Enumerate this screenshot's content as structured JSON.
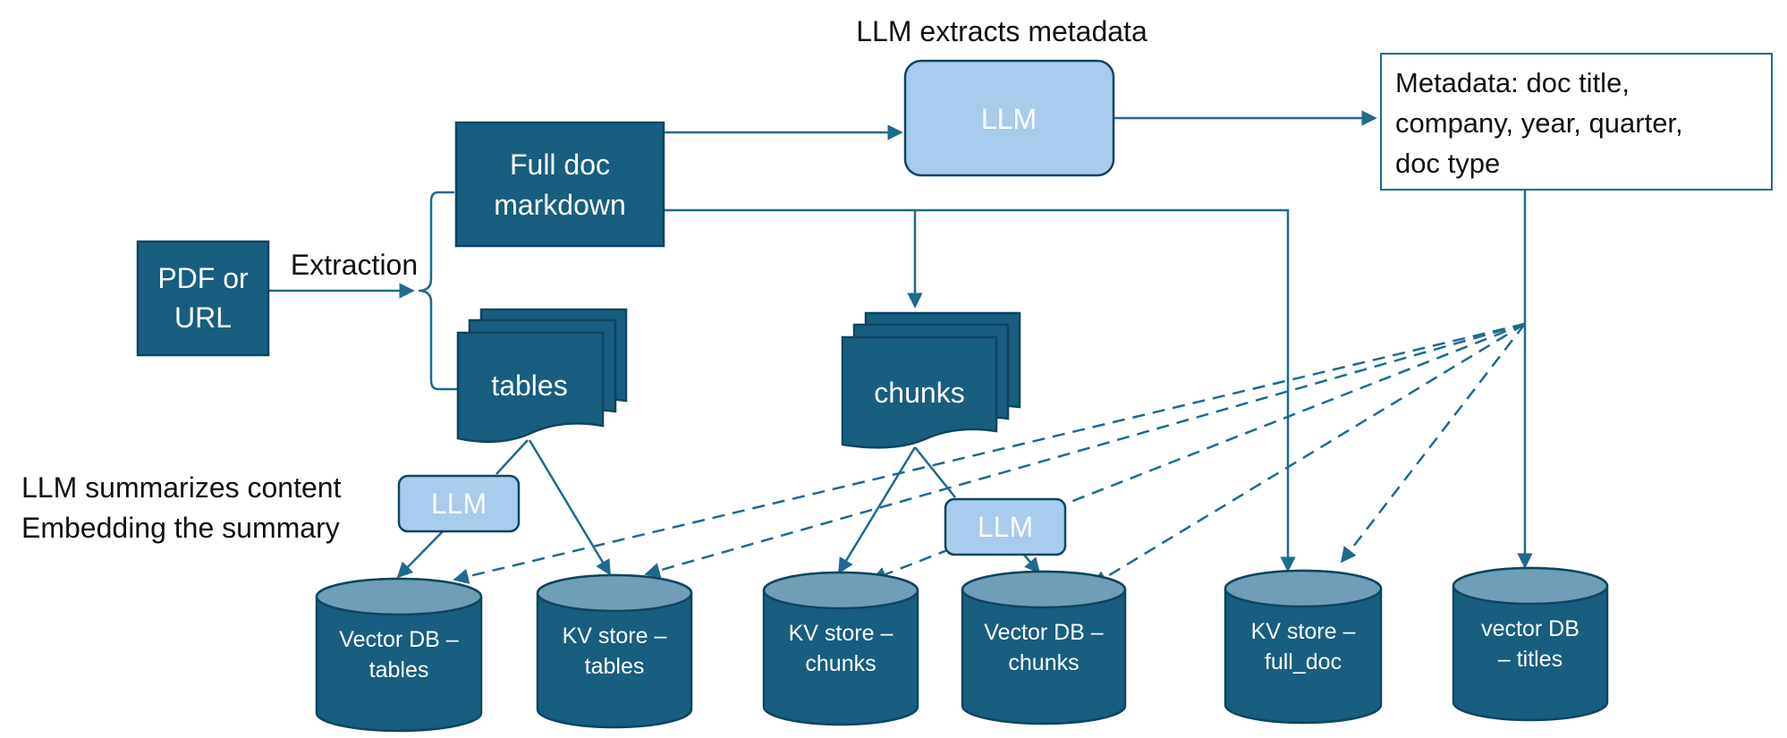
{
  "colors": {
    "dark_blue": "#175e80",
    "dark_blue_border": "#0f4560",
    "light_blue": "#a8cbee",
    "cylinder_top": "#6e9fb7",
    "arrow": "#1f6a8f"
  },
  "annotations": {
    "llm_extracts": "LLM extracts metadata",
    "extraction": "Extraction",
    "summarize_line1": "LLM summarizes content",
    "summarize_line2": "Embedding the summary"
  },
  "nodes": {
    "pdf": {
      "line1": "PDF or",
      "line2": "URL"
    },
    "full_doc": {
      "line1": "Full doc",
      "line2": "markdown"
    },
    "tables": {
      "label": "tables"
    },
    "chunks": {
      "label": "chunks"
    },
    "llm_top": {
      "label": "LLM"
    },
    "llm_tables": {
      "label": "LLM"
    },
    "llm_chunks": {
      "label": "LLM"
    },
    "metadata": {
      "line1": "Metadata: doc title,",
      "line2": "company, year, quarter,",
      "line3": "doc type"
    }
  },
  "databases": [
    {
      "line1": "Vector DB –",
      "line2": "tables"
    },
    {
      "line1": "KV store –",
      "line2": "tables"
    },
    {
      "line1": "KV store –",
      "line2": "chunks"
    },
    {
      "line1": "Vector DB –",
      "line2": "chunks"
    },
    {
      "line1": "KV store –",
      "line2": "full_doc"
    },
    {
      "line1": "vector DB",
      "line2": "– titles"
    }
  ]
}
